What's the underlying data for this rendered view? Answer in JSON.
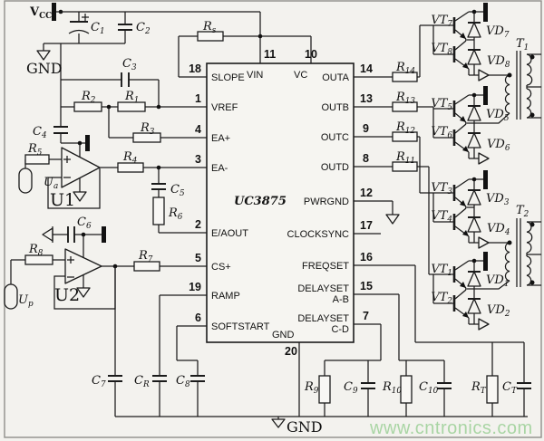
{
  "title": "UC3875 phase-shift PWM control circuit schematic",
  "watermark": {
    "text": "www.cntronics.com",
    "color": "#a9d5a4"
  },
  "power": {
    "vcc": {
      "m": "V",
      "s": "CC"
    },
    "gnd_top": "GND",
    "gnd_bottom": "GND"
  },
  "ic": {
    "name": "UC3875",
    "top_pins": [
      {
        "num": "11",
        "label": "VIN"
      },
      {
        "num": "10",
        "label": "VC"
      }
    ],
    "left_pins": [
      {
        "num": "18",
        "label": "SLOPE"
      },
      {
        "num": "1",
        "label": "VREF"
      },
      {
        "num": "4",
        "label": "EA+"
      },
      {
        "num": "3",
        "label": "EA-"
      },
      {
        "num": "2",
        "label": "E/AOUT"
      },
      {
        "num": "5",
        "label": "CS+"
      },
      {
        "num": "19",
        "label": "RAMP"
      },
      {
        "num": "6",
        "label": "SOFTSTART"
      }
    ],
    "right_pins": [
      {
        "num": "14",
        "label": "OUTA"
      },
      {
        "num": "13",
        "label": "OUTB"
      },
      {
        "num": "9",
        "label": "OUTC"
      },
      {
        "num": "8",
        "label": "OUTD"
      },
      {
        "num": "12",
        "label": "PWRGND"
      },
      {
        "num": "17",
        "label": "CLOCKSYNC"
      },
      {
        "num": "16",
        "label": "FREQSET"
      },
      {
        "num": "15",
        "label": "DELAYSET",
        "label2": "A-B"
      },
      {
        "num": "7",
        "label": "DELAYSET",
        "label2": "C-D"
      }
    ],
    "bottom_pin": {
      "num": "20",
      "label": "GND"
    }
  },
  "components": {
    "rs": {
      "m": "R",
      "s": "s"
    },
    "r1": {
      "m": "R",
      "s": "1"
    },
    "r2": {
      "m": "R",
      "s": "2"
    },
    "r3": {
      "m": "R",
      "s": "3"
    },
    "r4": {
      "m": "R",
      "s": "4"
    },
    "r5": {
      "m": "R",
      "s": "5"
    },
    "r6": {
      "m": "R",
      "s": "6"
    },
    "r7": {
      "m": "R",
      "s": "7"
    },
    "r8": {
      "m": "R",
      "s": "8"
    },
    "r9": {
      "m": "R",
      "s": "9"
    },
    "r10": {
      "m": "R",
      "s": "10"
    },
    "r11": {
      "m": "R",
      "s": "11"
    },
    "r12": {
      "m": "R",
      "s": "12"
    },
    "r13": {
      "m": "R",
      "s": "13"
    },
    "r14": {
      "m": "R",
      "s": "14"
    },
    "rT": {
      "m": "R",
      "s": "T"
    },
    "c1": {
      "m": "C",
      "s": "1"
    },
    "c2": {
      "m": "C",
      "s": "2"
    },
    "c3": {
      "m": "C",
      "s": "3"
    },
    "c4": {
      "m": "C",
      "s": "4"
    },
    "c5": {
      "m": "C",
      "s": "5"
    },
    "c6": {
      "m": "C",
      "s": "6"
    },
    "c7": {
      "m": "C",
      "s": "7"
    },
    "c8": {
      "m": "C",
      "s": "8"
    },
    "c9": {
      "m": "C",
      "s": "9"
    },
    "c10": {
      "m": "C",
      "s": "10"
    },
    "cR": {
      "m": "C",
      "s": "R"
    },
    "cT": {
      "m": "C",
      "s": "T"
    }
  },
  "amplifiers": {
    "u1": "U1",
    "u2": "U2"
  },
  "inputs": {
    "ua": {
      "m": "U",
      "s": "a"
    },
    "up": {
      "m": "U",
      "s": "p"
    }
  },
  "transistors": {
    "vt1": {
      "m": "VT",
      "s": "1"
    },
    "vt2": {
      "m": "VT",
      "s": "2"
    },
    "vt3": {
      "m": "VT",
      "s": "3"
    },
    "vt4": {
      "m": "VT",
      "s": "4"
    },
    "vt5": {
      "m": "VT",
      "s": "5"
    },
    "vt6": {
      "m": "VT",
      "s": "6"
    },
    "vt7": {
      "m": "VT",
      "s": "7"
    },
    "vt8": {
      "m": "VT",
      "s": "8"
    }
  },
  "diodes": {
    "vd1": {
      "m": "VD",
      "s": "1"
    },
    "vd2": {
      "m": "VD",
      "s": "2"
    },
    "vd3": {
      "m": "VD",
      "s": "3"
    },
    "vd4": {
      "m": "VD",
      "s": "4"
    },
    "vd5": {
      "m": "VD",
      "s": "5"
    },
    "vd6": {
      "m": "VD",
      "s": "6"
    },
    "vd7": {
      "m": "VD",
      "s": "7"
    },
    "vd8": {
      "m": "VD",
      "s": "8"
    }
  },
  "transformers": {
    "t1": {
      "m": "T",
      "s": "1"
    },
    "t2": {
      "m": "T",
      "s": "2"
    }
  }
}
